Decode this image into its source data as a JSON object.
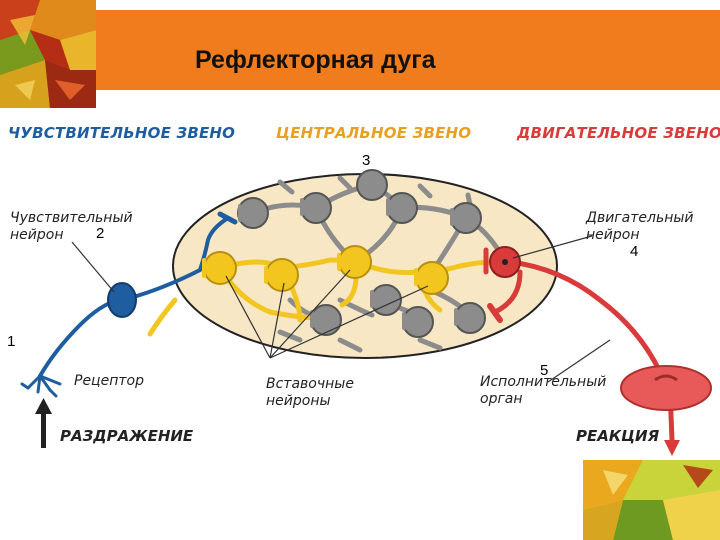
{
  "title": "Рефлекторная дуга",
  "sections": {
    "sensory": "ЧУВСТВИТЕЛЬНОЕ ЗВЕНО",
    "central": "ЦЕНТРАЛЬНОЕ ЗВЕНО",
    "motor": "ДВИГАТЕЛЬНОЕ ЗВЕНО"
  },
  "labels": {
    "sensory_neuron_1": "Чувствительный",
    "sensory_neuron_2": "нейрон",
    "motor_neuron_1": "Двигательный",
    "motor_neuron_2": "нейрон",
    "receptor": "Рецептор",
    "interneurons_1": "Вставочные",
    "interneurons_2": "нейроны",
    "effector_1": "Исполнительный",
    "effector_2": "орган",
    "stimulus": "РАЗДРАЖЕНИЕ",
    "reaction": "РЕАКЦИЯ"
  },
  "numbers": {
    "n1": "1",
    "n2": "2",
    "n3": "3",
    "n4": "4",
    "n5": "5"
  },
  "colors": {
    "title_bar": "#f07c1e",
    "sensory": "#1e5d9f",
    "interneuron": "#f2c61f",
    "motor": "#d93a3a",
    "gray_neuron": "#8c8c8c",
    "central_zone": "#f7e7c4"
  }
}
